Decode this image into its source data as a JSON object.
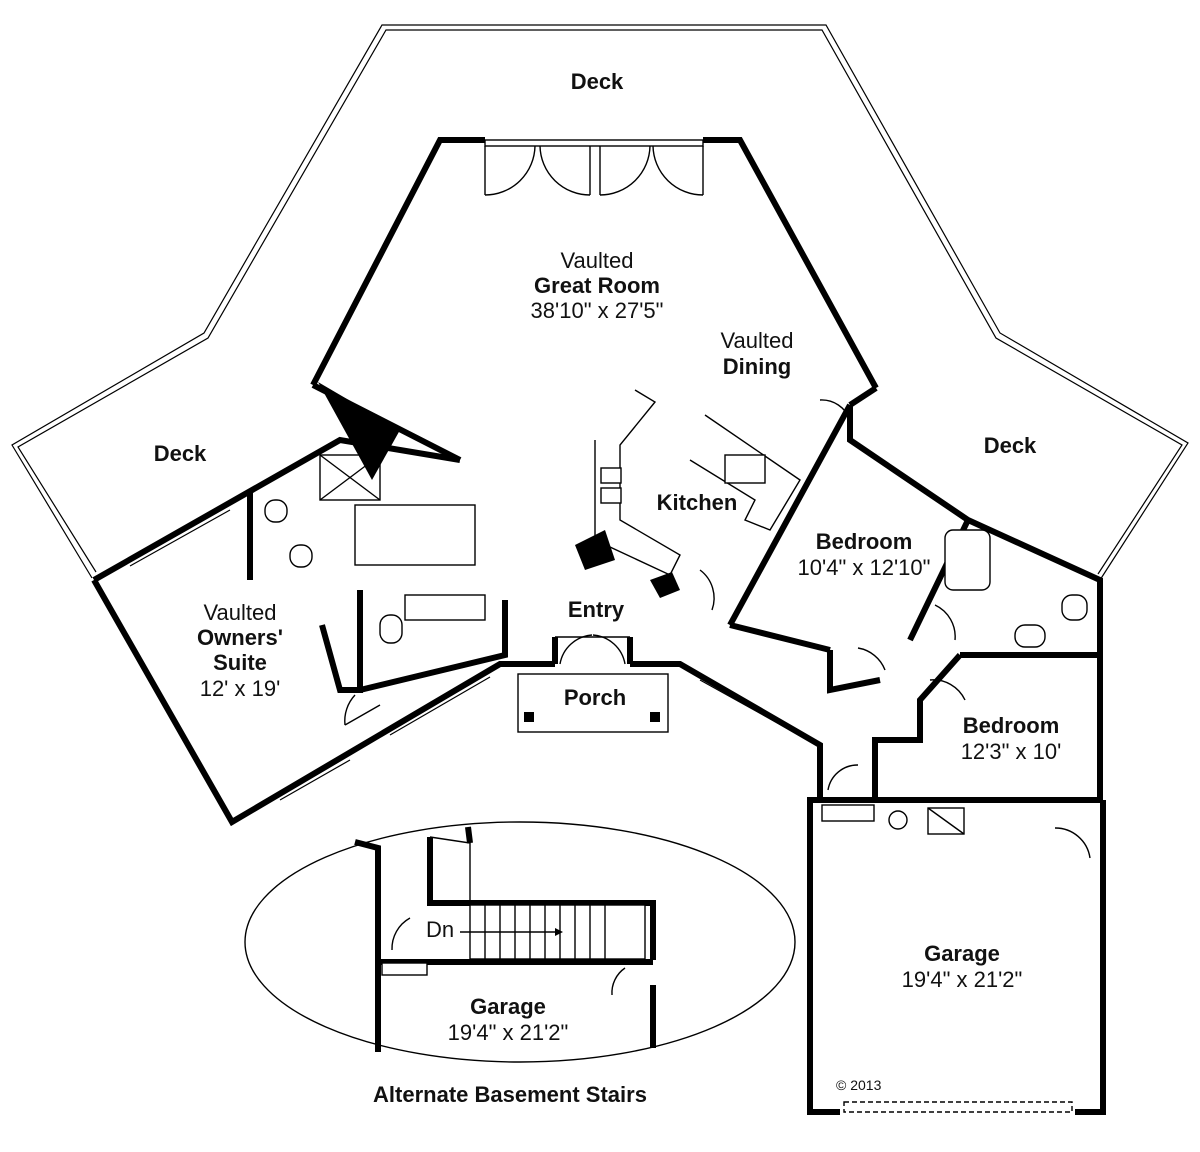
{
  "rooms": {
    "deck_top": "Deck",
    "deck_left": "Deck",
    "deck_right": "Deck",
    "great_room": {
      "pre": "Vaulted",
      "name": "Great Room",
      "size": "38'10\" x 27'5\""
    },
    "dining": {
      "pre": "Vaulted",
      "name": "Dining"
    },
    "kitchen": "Kitchen",
    "owners_suite": {
      "pre": "Vaulted",
      "name1": "Owners'",
      "name2": "Suite",
      "size": "12' x 19'"
    },
    "entry": "Entry",
    "porch": "Porch",
    "bedroom1": {
      "name": "Bedroom",
      "size": "10'4\" x 12'10\""
    },
    "bedroom2": {
      "name": "Bedroom",
      "size": "12'3\" x 10'"
    },
    "garage": {
      "name": "Garage",
      "size": "19'4\" x 21'2\""
    }
  },
  "inset": {
    "garage": {
      "name": "Garage",
      "size": "19'4\" x 21'2\""
    },
    "stairs_label": "Dn",
    "caption": "Alternate Basement Stairs"
  },
  "copyright": "© 2013"
}
